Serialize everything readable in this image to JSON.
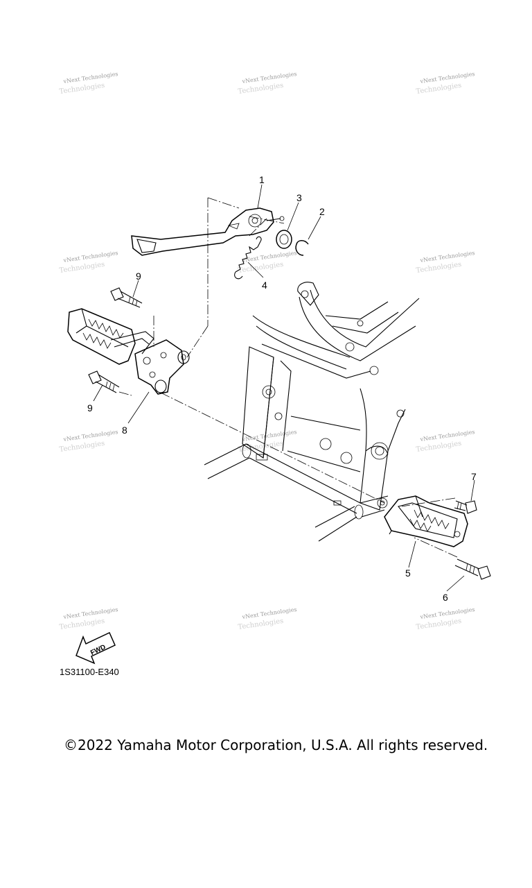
{
  "watermark": {
    "line1": "vNext Technologies",
    "line2": "Technologies"
  },
  "callouts": {
    "c1": "1",
    "c2": "2",
    "c3": "3",
    "c4": "4",
    "c5": "5",
    "c6": "6",
    "c7": "7",
    "c8": "8",
    "c9a": "9",
    "c9b": "9"
  },
  "fwd_label": "FWD",
  "diagram_code": "1S31100-E340",
  "copyright": "©2022 Yamaha Motor Corporation, U.S.A. All rights reserved."
}
